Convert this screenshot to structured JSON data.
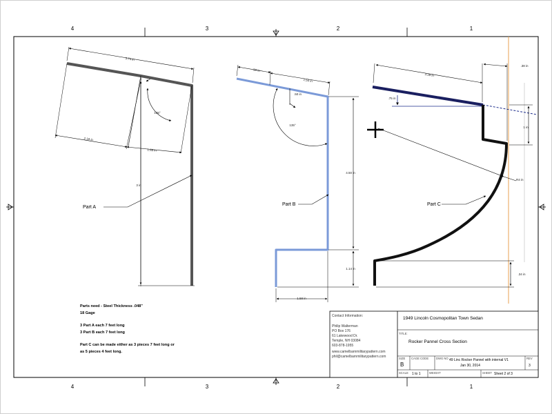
{
  "sheet": {
    "zones_top": [
      "4",
      "3",
      "2",
      "1"
    ],
    "zones_bottom": [
      "4",
      "3",
      "2",
      "1"
    ]
  },
  "parts": {
    "part_a": {
      "label": "Part A",
      "dims": [
        "3.74 in",
        "2.18 in",
        "1.58 in",
        "3 in",
        "135°"
      ]
    },
    "part_b": {
      "label": "Part B",
      "dims": [
        ".38 in",
        "1.50 in",
        ".50 in",
        "135°",
        "4.50 in",
        "1.14 in",
        "1.58 in"
      ]
    },
    "part_c": {
      "label": "Part C",
      "dims": [
        "3.38 in",
        ".38 in",
        ".75 in",
        "1 in",
        "R4 in",
        ".34 in"
      ]
    }
  },
  "notes": {
    "line1": "Parts need - Steel Thickness .048\"",
    "line2": "18 Gage",
    "line3": "3 Part A each 7 feet long",
    "line4": "3 Part B each 7 feet long",
    "line5": "Part C can be made either as 3 pieces 7 feet long or",
    "line6": "as 5 pieces 4 feet long."
  },
  "contact": {
    "heading": "Contact Information:",
    "name": "Philip Walterman",
    "pobox": "PO Box 176",
    "street": "61 Lakewood Dr.",
    "city": "Temple, NH  03084",
    "phone": "603-878-1955",
    "web": "www.camelbarnmilitarypattern.com",
    "email": "phil@camelbarnmilitarypattern.com"
  },
  "title_block": {
    "project": "1949 Lincoln Cosmopolitan Town Sedan",
    "title_label": "TITLE:",
    "title": "Rocker Pannel Cross Section",
    "size_label": "SIZE",
    "size": "B",
    "cage_label": "CAGE CODE",
    "dwg_label": "DWG NO",
    "dwg_no": "49 Linc Rocker Pannel with internal V1",
    "date": "Jan 30, 2014",
    "rev_label": "REV",
    "rev": "3",
    "scale_label": "SCALE",
    "scale": "1 to 1",
    "weight_label": "WEIGHT",
    "sheet_label": "SHEET",
    "sheet": "Sheet 2 of 3"
  },
  "colors": {
    "part_a": "#555555",
    "part_b": "#7b9ad8",
    "part_c": "#111111",
    "blue_guide": "#1a2a8a",
    "orange_guide": "#e8a050"
  }
}
